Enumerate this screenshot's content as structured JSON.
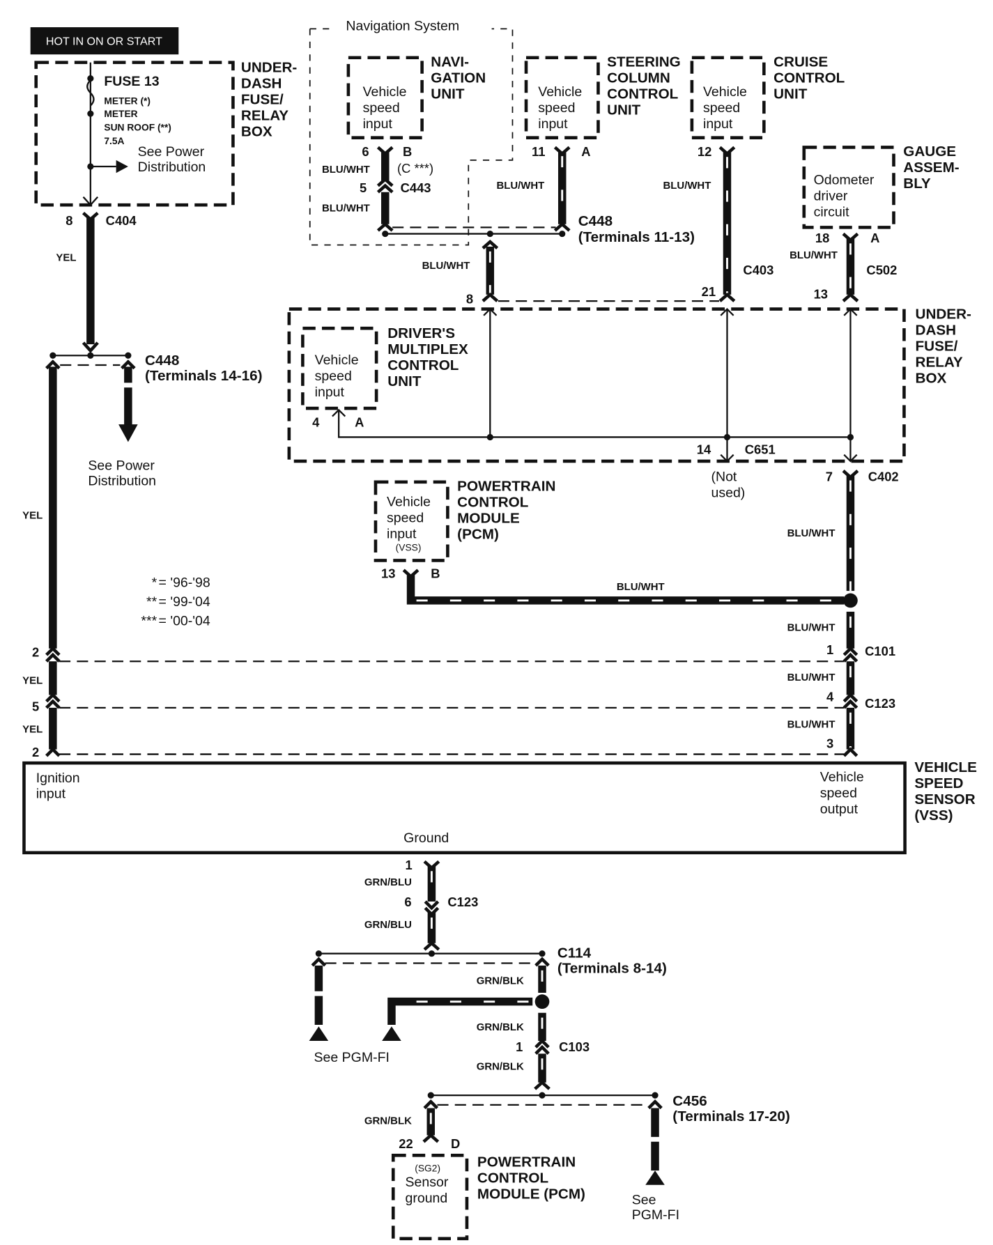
{
  "header": {
    "hot_label": "HOT IN ON OR START"
  },
  "fuse_box_top": {
    "title": [
      "UNDER-",
      "DASH",
      "FUSE/",
      "RELAY",
      "BOX"
    ],
    "fuse_name": "FUSE 13",
    "fuse_lines": [
      "METER (*)",
      "METER",
      "SUN ROOF (**)",
      "7.5A"
    ],
    "see_power": [
      "See Power",
      "Distribution"
    ],
    "connector": {
      "pin": "8",
      "id": "C404"
    },
    "wire": "YEL"
  },
  "navigation_system": {
    "title": "Navigation System",
    "unit": {
      "title": [
        "NAVI-",
        "GATION",
        "UNIT"
      ],
      "input": [
        "Vehicle",
        "speed",
        "input"
      ]
    },
    "pin_top": "6",
    "pin_top_letter": "B",
    "variant": "(C ***)",
    "pin_bottom": "5",
    "connector": "C443",
    "wire_top": "BLU/WHT",
    "wire_bottom": "BLU/WHT"
  },
  "steering_column": {
    "title": [
      "STEERING",
      "COLUMN",
      "CONTROL",
      "UNIT"
    ],
    "input": [
      "Vehicle",
      "speed",
      "input"
    ],
    "pin": "11",
    "letter": "A",
    "wire": "BLU/WHT"
  },
  "cruise_control": {
    "title": [
      "CRUISE",
      "CONTROL",
      "UNIT"
    ],
    "input": [
      "Vehicle",
      "speed",
      "input"
    ],
    "pin": "12",
    "wire": "BLU/WHT",
    "connector": "C403",
    "pin_bottom": "21"
  },
  "gauge_assembly": {
    "title": [
      "GAUGE",
      "ASSEM-",
      "BLY"
    ],
    "input": [
      "Odometer",
      "driver",
      "circuit"
    ],
    "pin": "18",
    "letter": "A",
    "wire": "BLU/WHT",
    "connector": "C502",
    "pin_bottom": "13"
  },
  "c448_upper": {
    "id": "C448",
    "terminals": "(Terminals 11-13)",
    "wire": "BLU/WHT",
    "pin": "8"
  },
  "fuse_box_mid": {
    "title": [
      "UNDER-",
      "DASH",
      "FUSE/",
      "RELAY",
      "BOX"
    ],
    "mpcu": {
      "title": [
        "DRIVER'S",
        "MULTIPLEX",
        "CONTROL",
        "UNIT"
      ],
      "input": [
        "Vehicle",
        "speed",
        "input"
      ],
      "pin": "4",
      "letter": "A"
    },
    "c651": {
      "pin": "14",
      "id": "C651",
      "note": [
        "(Not",
        "used)"
      ]
    },
    "c402": {
      "pin": "7",
      "id": "C402"
    }
  },
  "c448_lower": {
    "id": "C448",
    "terminals": "(Terminals 14-16)",
    "see_power": [
      "See Power",
      "Distribution"
    ]
  },
  "legend": [
    {
      "symbol": "*",
      "years": "= '96-'98"
    },
    {
      "symbol": "**",
      "years": "= '99-'04"
    },
    {
      "symbol": "***",
      "years": "= '00-'04"
    }
  ],
  "pcm_top": {
    "title": [
      "POWERTRAIN",
      "CONTROL",
      "MODULE",
      "(PCM)"
    ],
    "input": [
      "Vehicle",
      "speed",
      "input",
      "(VSS)"
    ],
    "pin": "13",
    "letter": "B",
    "wire": "BLU/WHT"
  },
  "right_column": {
    "wire_c402": "BLU/WHT",
    "wires": [
      "BLU/WHT",
      "BLU/WHT",
      "BLU/WHT"
    ],
    "c101": {
      "pin": "1",
      "id": "C101"
    },
    "c123": {
      "pin": "4",
      "id": "C123"
    },
    "vss_pin": "3"
  },
  "left_column": {
    "wire": "YEL",
    "wires": [
      "YEL",
      "YEL"
    ],
    "pins": [
      "2",
      "5",
      "2"
    ]
  },
  "vss": {
    "title": [
      "VEHICLE",
      "SPEED",
      "SENSOR",
      "(VSS)"
    ],
    "ignition": [
      "Ignition",
      "input"
    ],
    "output": [
      "Vehicle",
      "speed",
      "output"
    ],
    "ground": "Ground"
  },
  "ground_path": {
    "pin_top": "1",
    "wire1": "GRN/BLU",
    "c123_pin": "6",
    "c123": "C123",
    "wire2": "GRN/BLU",
    "c114": "C114",
    "c114_terminals": "(Terminals 8-14)",
    "wire_c114": "GRN/BLK",
    "wire_c103_top": "GRN/BLK",
    "c103_pin": "1",
    "c103": "C103",
    "wire_c103_bottom": "GRN/BLK",
    "see_pgm_left": "See PGM-FI",
    "c456": "C456",
    "c456_terminals": "(Terminals 17-20)",
    "wire_pcm": "GRN/BLK",
    "pcm_pin": "22",
    "pcm_letter": "D",
    "see_pgm_right": [
      "See",
      "PGM-FI"
    ]
  },
  "pcm_bottom": {
    "title": [
      "POWERTRAIN",
      "CONTROL",
      "MODULE (PCM)"
    ],
    "input": [
      "(SG2)",
      "Sensor",
      "ground"
    ]
  }
}
